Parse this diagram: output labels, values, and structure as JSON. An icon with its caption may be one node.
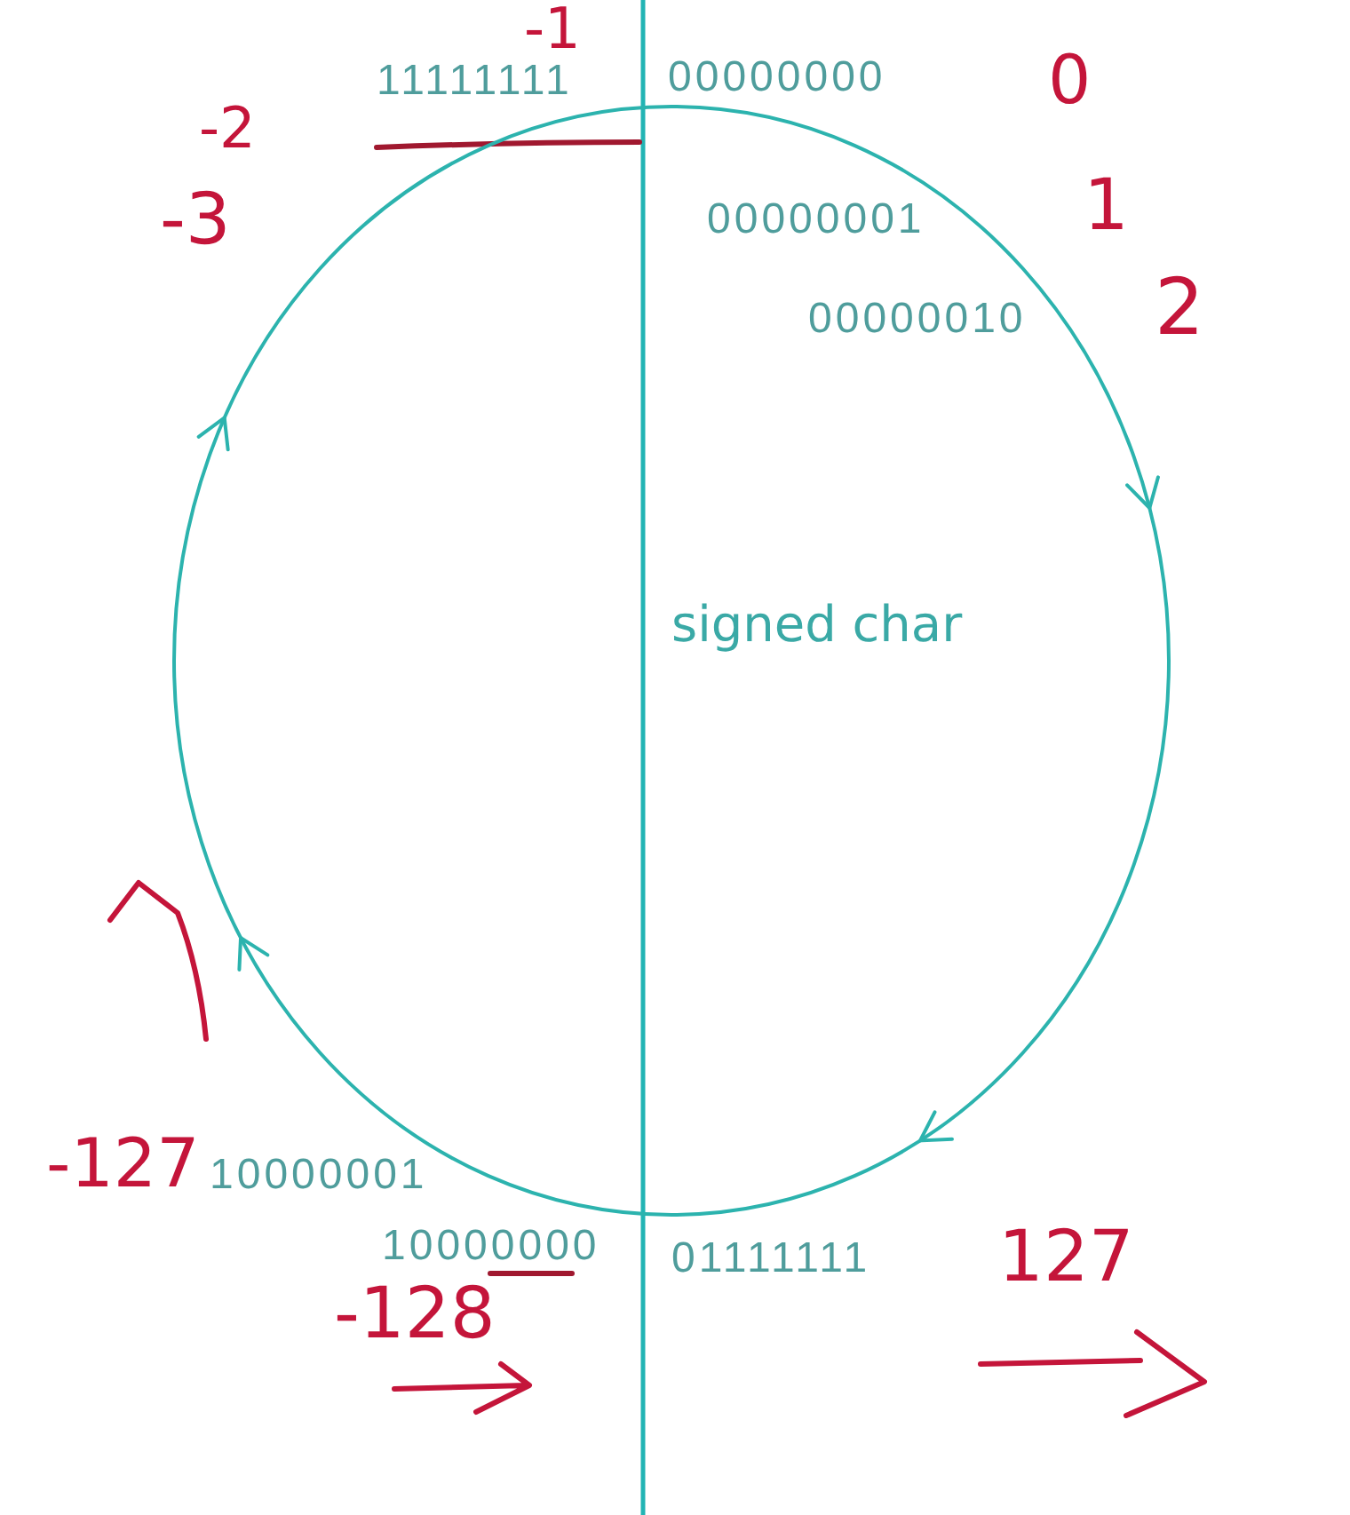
{
  "diagram": {
    "nodes": [
      {
        "text": [
          "signed char"
        ]
      }
    ],
    "labels": [
      "-1",
      "0",
      "-2",
      "11111111",
      "00000000",
      "1",
      "00000001",
      "-3",
      "00000010",
      "2",
      "-127",
      "10000001",
      "10000000",
      "01111111",
      "127",
      "-128"
    ]
  }
}
